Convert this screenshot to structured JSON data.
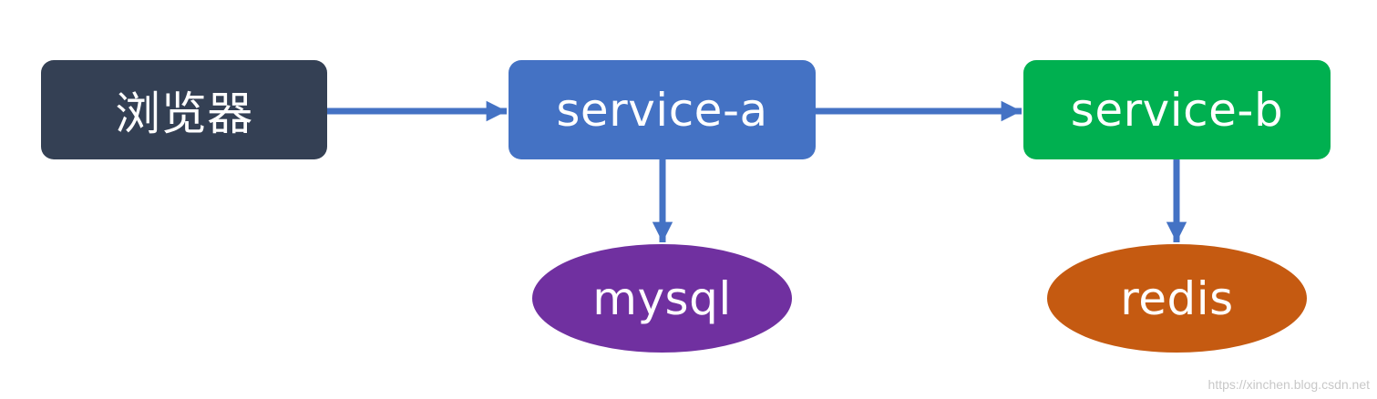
{
  "colors": {
    "browser": "#344054",
    "service_a": "#4472c4",
    "service_b": "#00b050",
    "mysql": "#7030a0",
    "redis": "#c55a11",
    "arrow": "#4472c4"
  },
  "nodes": {
    "browser": "浏览器",
    "service_a": "service-a",
    "service_b": "service-b",
    "mysql": "mysql",
    "redis": "redis"
  },
  "watermark": "https://xinchen.blog.csdn.net"
}
